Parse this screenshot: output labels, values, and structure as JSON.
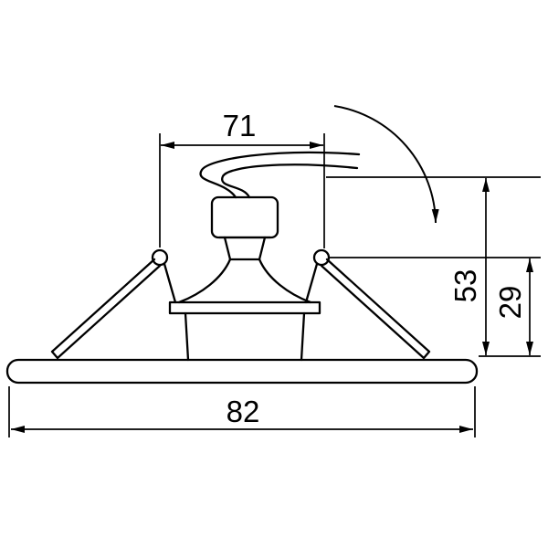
{
  "diagram": {
    "kind": "technical-dimension-drawing",
    "subject": "recessed-spotlight-side-view",
    "colors": {
      "line": "#000000",
      "background": "#ffffff"
    },
    "dimensions": {
      "top_width": "71",
      "overall_width": "82",
      "height_total": "53",
      "height_pivot": "29"
    }
  }
}
